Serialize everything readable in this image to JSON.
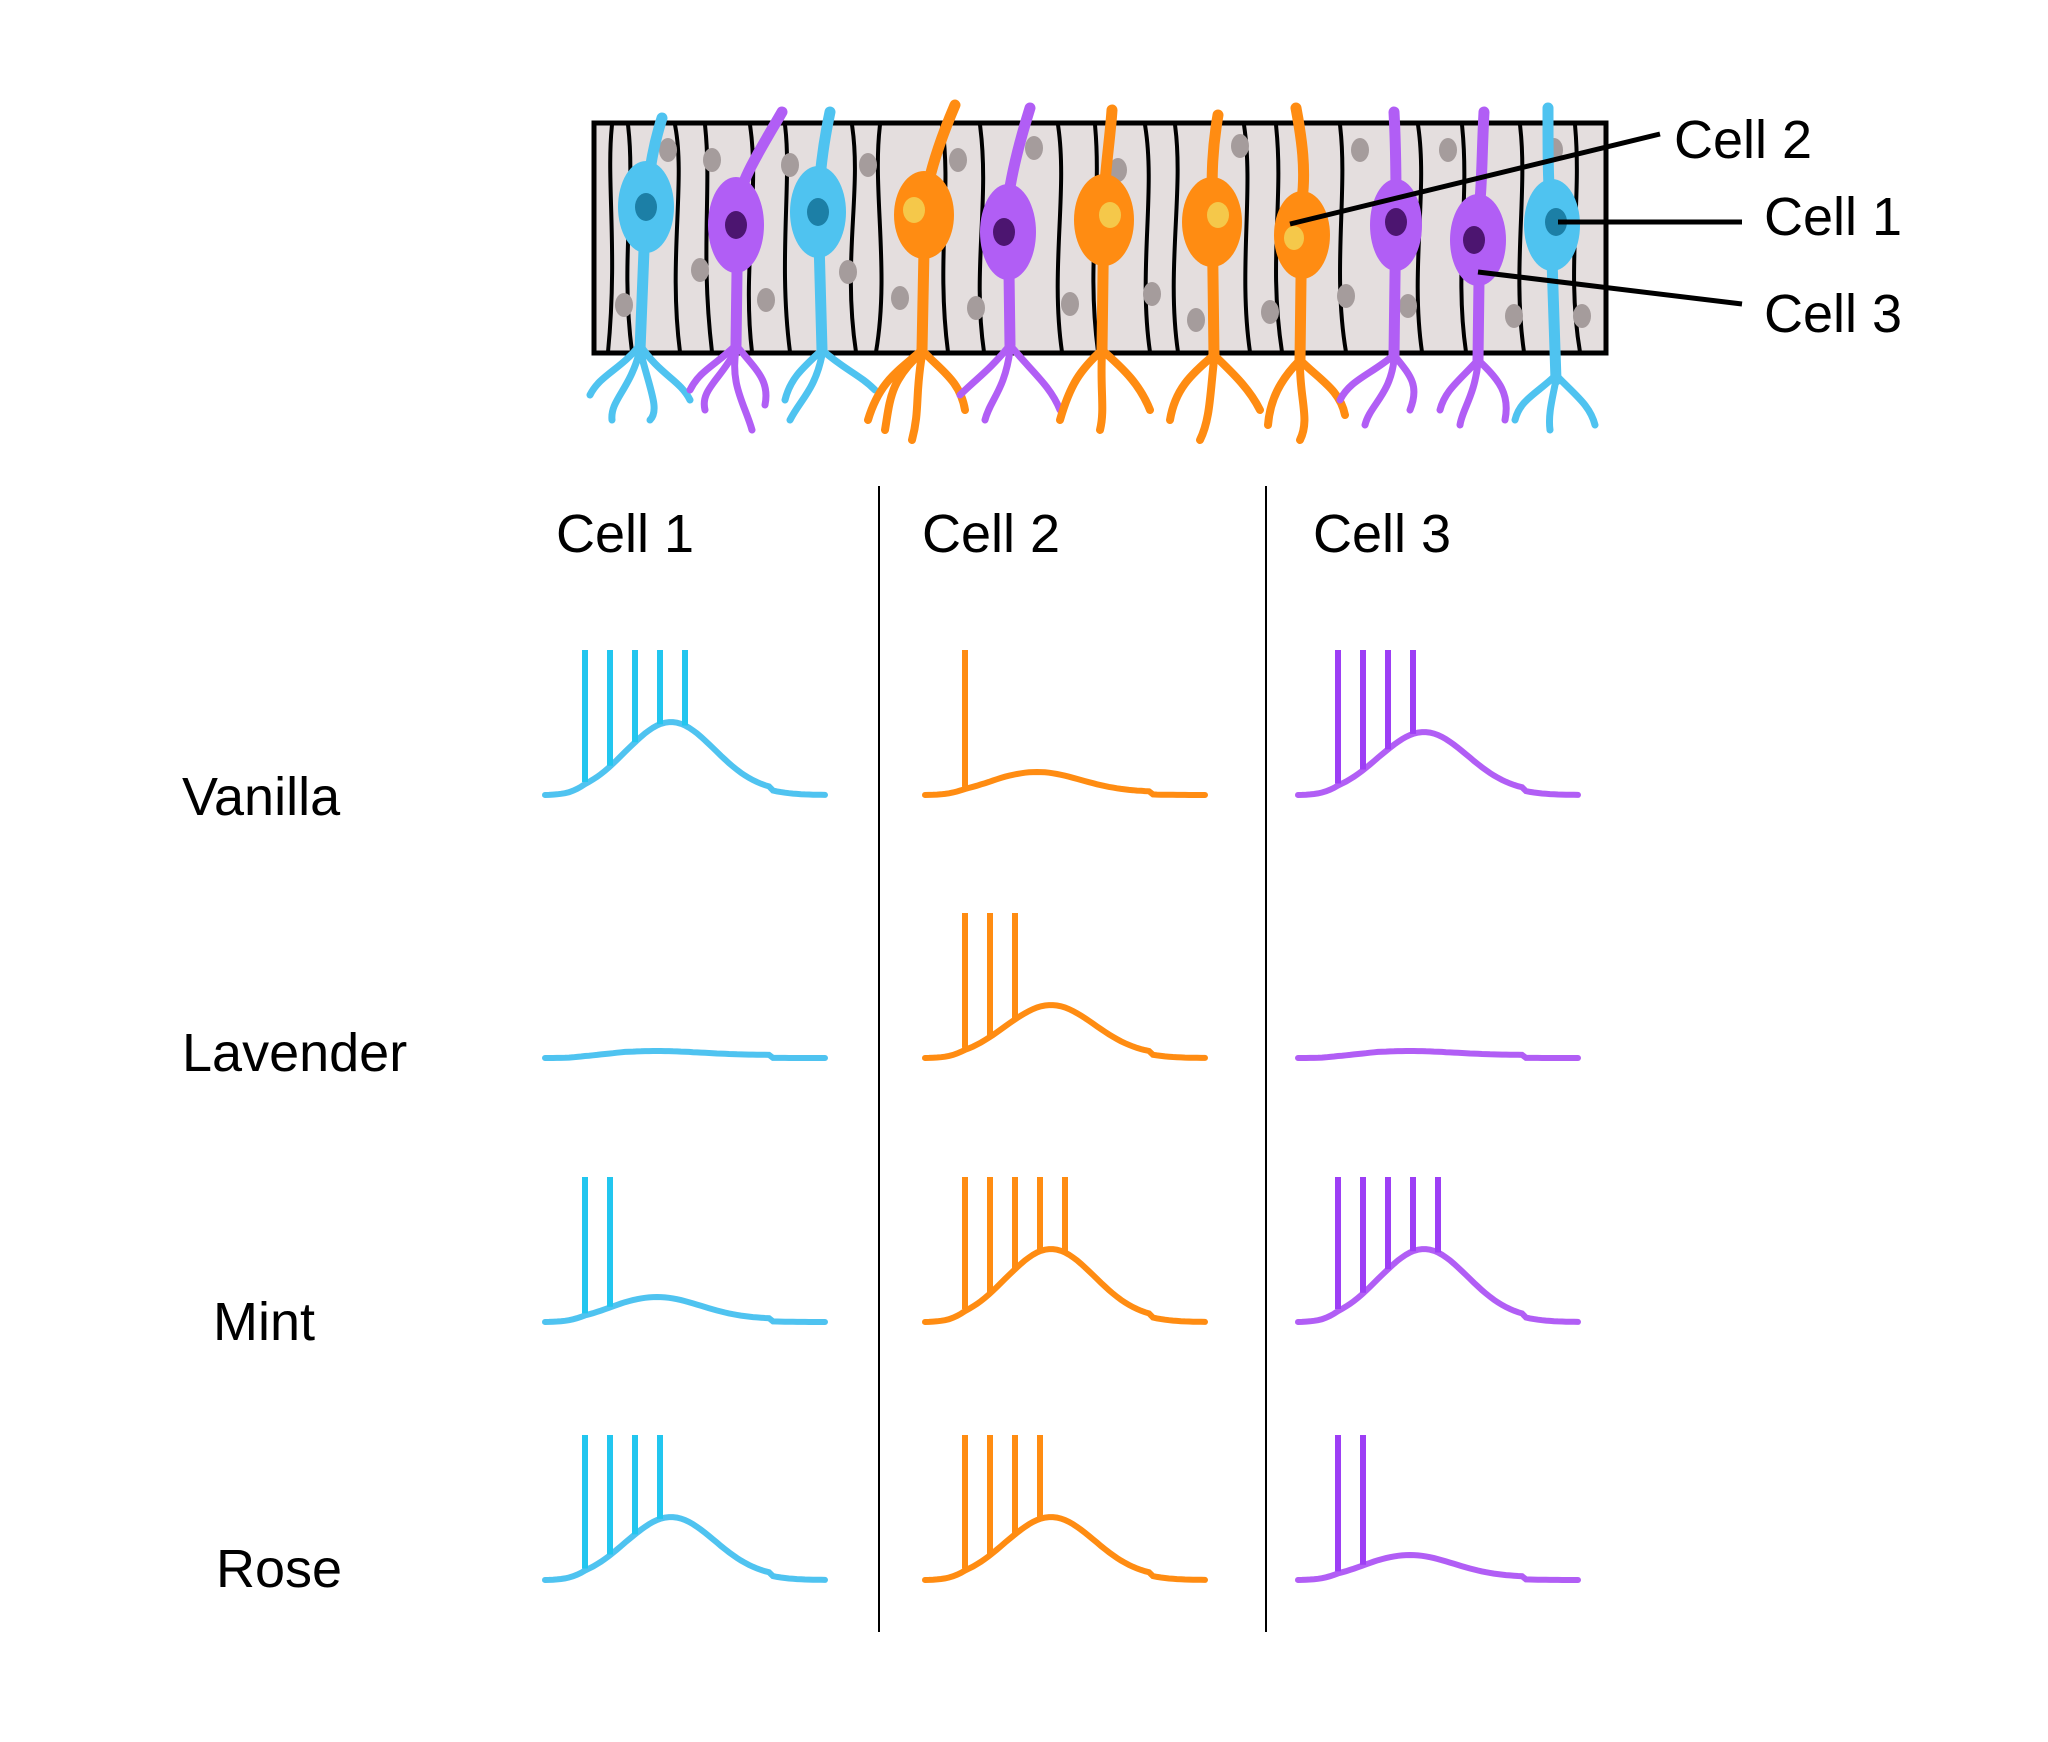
{
  "colors": {
    "cell1": "#4fc3f0",
    "cell1_spike": "#22c6ef",
    "cell2": "#ff8c12",
    "cell3": "#b15ef5",
    "cell3_spike": "#9d3ef5",
    "tissue": "#e4dede",
    "outline": "#000000"
  },
  "tissue_labels": [
    {
      "id": "cell2",
      "text": "Cell 2"
    },
    {
      "id": "cell1",
      "text": "Cell 1"
    },
    {
      "id": "cell3",
      "text": "Cell 3"
    }
  ],
  "columns": [
    {
      "id": "cell1",
      "label": "Cell 1"
    },
    {
      "id": "cell2",
      "label": "Cell 2"
    },
    {
      "id": "cell3",
      "label": "Cell 3"
    }
  ],
  "rows": [
    {
      "label": "Vanilla",
      "spikes": {
        "cell1": 5,
        "cell2": 1,
        "cell3": 4
      }
    },
    {
      "label": "Lavender",
      "spikes": {
        "cell1": 0,
        "cell2": 3,
        "cell3": 0
      }
    },
    {
      "label": "Mint",
      "spikes": {
        "cell1": 2,
        "cell2": 5,
        "cell3": 5
      }
    },
    {
      "label": "Rose",
      "spikes": {
        "cell1": 4,
        "cell2": 4,
        "cell3": 2
      }
    }
  ]
}
